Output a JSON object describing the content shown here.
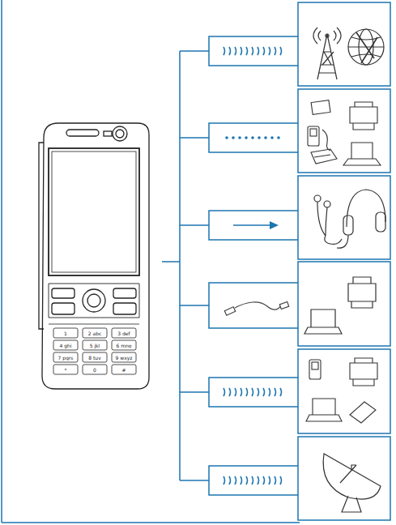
{
  "diagram": {
    "labels": [
      "1",
      "2 abc",
      "3 def",
      "4 ghi",
      "5 jkl",
      "6 mno",
      "7 pqrs",
      "8 tuv",
      "9 wxyz",
      "*",
      "0",
      "#"
    ]
  }
}
